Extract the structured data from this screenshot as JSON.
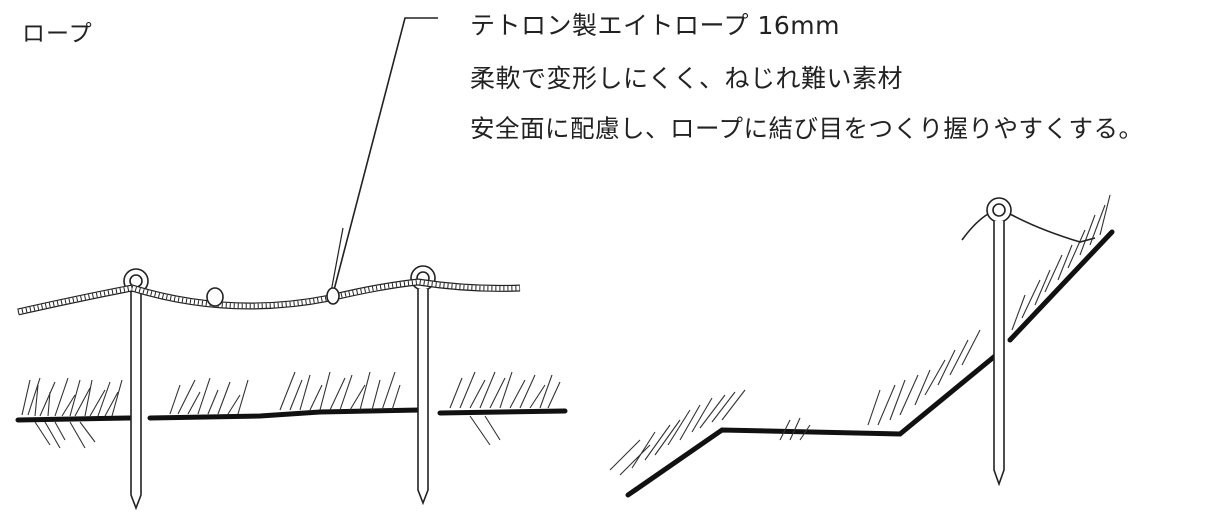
{
  "title": "ロープ",
  "notes": [
    "テトロン製エイトロープ 16mm",
    "柔軟で変形しにくく、ねじれ難い素材",
    "安全面に配慮し、ロープに結び目をつくり握りやすくする。"
  ],
  "colors": {
    "ink": "#222222",
    "background": "#ffffff"
  }
}
